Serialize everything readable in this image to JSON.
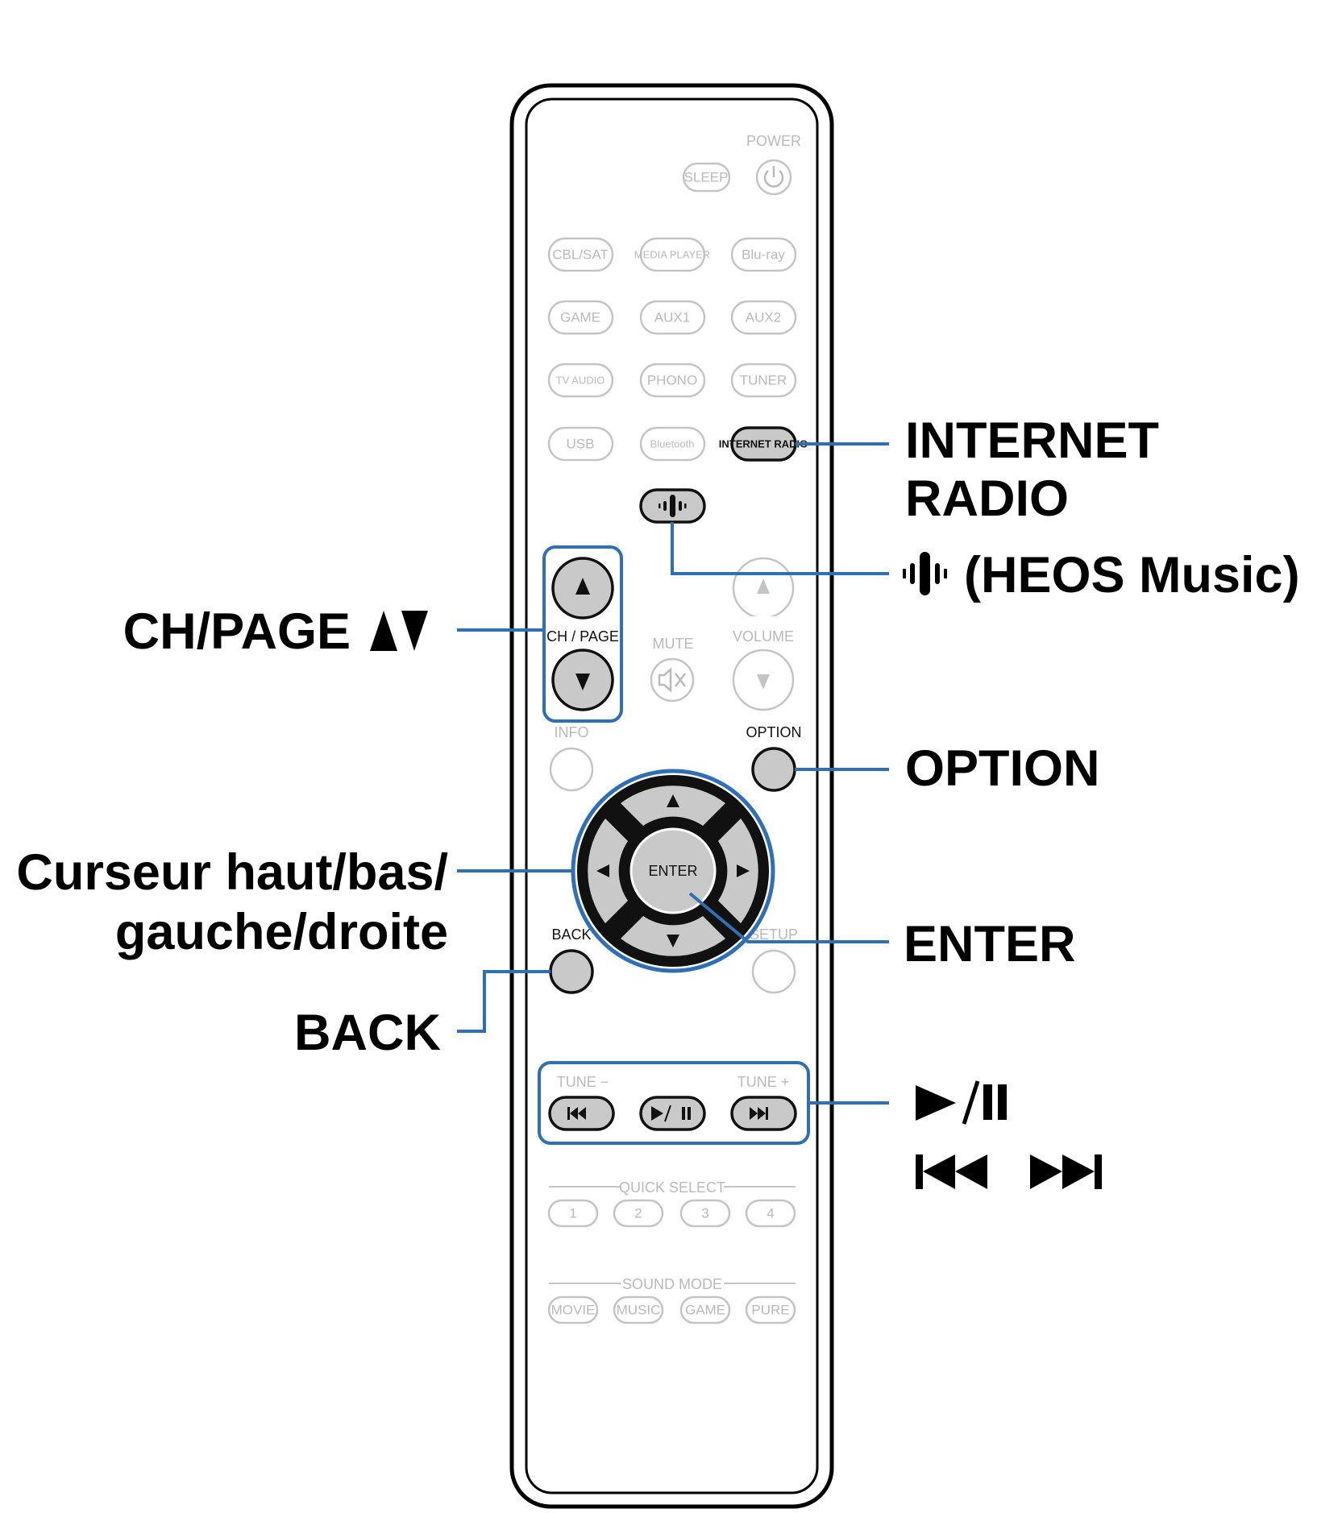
{
  "remote": {
    "power_label": "POWER",
    "sleep_label": "SLEEP",
    "sources_row1": [
      "CBL/SAT",
      "MEDIA PLAYER",
      "Blu-ray"
    ],
    "sources_row2": [
      "GAME",
      "AUX1",
      "AUX2"
    ],
    "sources_row3": [
      "TV AUDIO",
      "PHONO",
      "TUNER"
    ],
    "sources_row4": [
      "USB",
      "Bluetooth",
      "INTERNET RADIO"
    ],
    "ch_page_label": "CH / PAGE",
    "mute_label": "MUTE",
    "volume_label": "VOLUME",
    "info_label": "INFO",
    "option_label": "OPTION",
    "enter_label": "ENTER",
    "back_label": "BACK",
    "setup_label": "SETUP",
    "tune_minus_label": "TUNE −",
    "tune_plus_label": "TUNE +",
    "quick_select_label": "QUICK SELECT",
    "quick_select_buttons": [
      "1",
      "2",
      "3",
      "4"
    ],
    "sound_mode_label": "SOUND MODE",
    "sound_mode_buttons": [
      "MOVIE",
      "MUSIC",
      "GAME",
      "PURE"
    ]
  },
  "callouts": {
    "internet_radio_line1": "INTERNET",
    "internet_radio_line2": "RADIO",
    "heos_music": "(HEOS Music)",
    "ch_page": "CH/PAGE",
    "option": "OPTION",
    "cursor_line1": "Curseur haut/bas/",
    "cursor_line2": "gauche/droite",
    "enter": "ENTER",
    "back": "BACK",
    "play_pause": "►/II",
    "skip": "I◄◄ ►►I"
  },
  "colors": {
    "highlight_blue": "#2f6fb5",
    "active_button_fill": "#c9c9c9",
    "inactive_text": "#b9b9b9"
  }
}
